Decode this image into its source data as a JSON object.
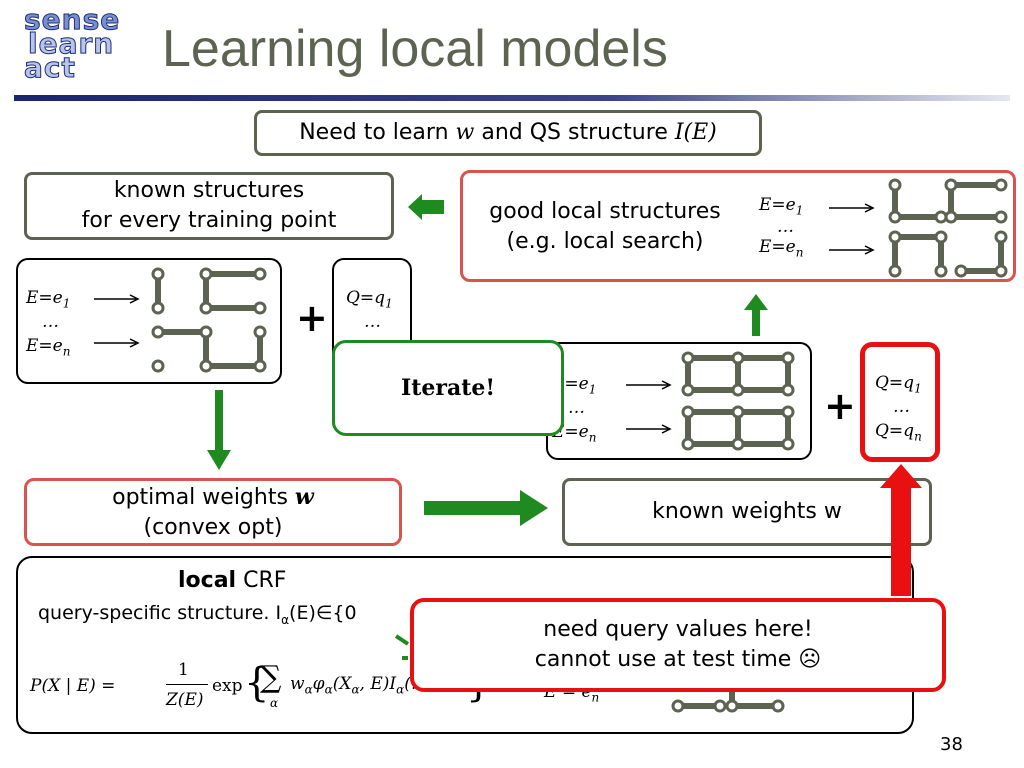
{
  "logo": {
    "line1": "sense",
    "line2": "learn",
    "line3": "act"
  },
  "slide": {
    "title": "Learning local models",
    "page_number": "38"
  },
  "banner": {
    "pre": "Need to learn ",
    "w": "w",
    "mid": " and QS structure ",
    "ie": "I(E)"
  },
  "known_structures": {
    "line1": "known structures",
    "line2": "for every training point"
  },
  "good_local": {
    "line1": "good local structures",
    "line2": "(e.g. local search)"
  },
  "evidence": {
    "e1_prefix": "E=e",
    "e1_sub": "1",
    "dots": "…",
    "en_prefix": "E=e",
    "en_sub": "n"
  },
  "query": {
    "q1_prefix": "Q=q",
    "q1_sub": "1",
    "dots": "…",
    "qn_prefix": "Q=q",
    "qn_sub": "n"
  },
  "plus": "+",
  "iterate": "Iterate!",
  "optimal": {
    "pre": "optimal weights ",
    "w": "w",
    "line2": "(convex opt)"
  },
  "known_weights": "known weights w",
  "crf": {
    "bold": "local",
    "rest": " CRF",
    "qs_text": "query-specific structure. I",
    "qs_sub": "α",
    "qs_after": "(E)∈{0",
    "formula_lhs": "P(X | E) =",
    "formula_num": "1",
    "formula_den": "Z(E)",
    "formula_exp": "exp",
    "formula_sum_sub": "α",
    "formula_body": "w",
    "formula_body2": "φ",
    "formula_body3": "(X",
    "formula_body4": ", E)I",
    "formula_tail": "(…)",
    "hidden_label": "E = e",
    "hidden_sub": "n"
  },
  "need_query": {
    "line1": "need query values here!",
    "line2": "cannot use at test time ☹"
  }
}
